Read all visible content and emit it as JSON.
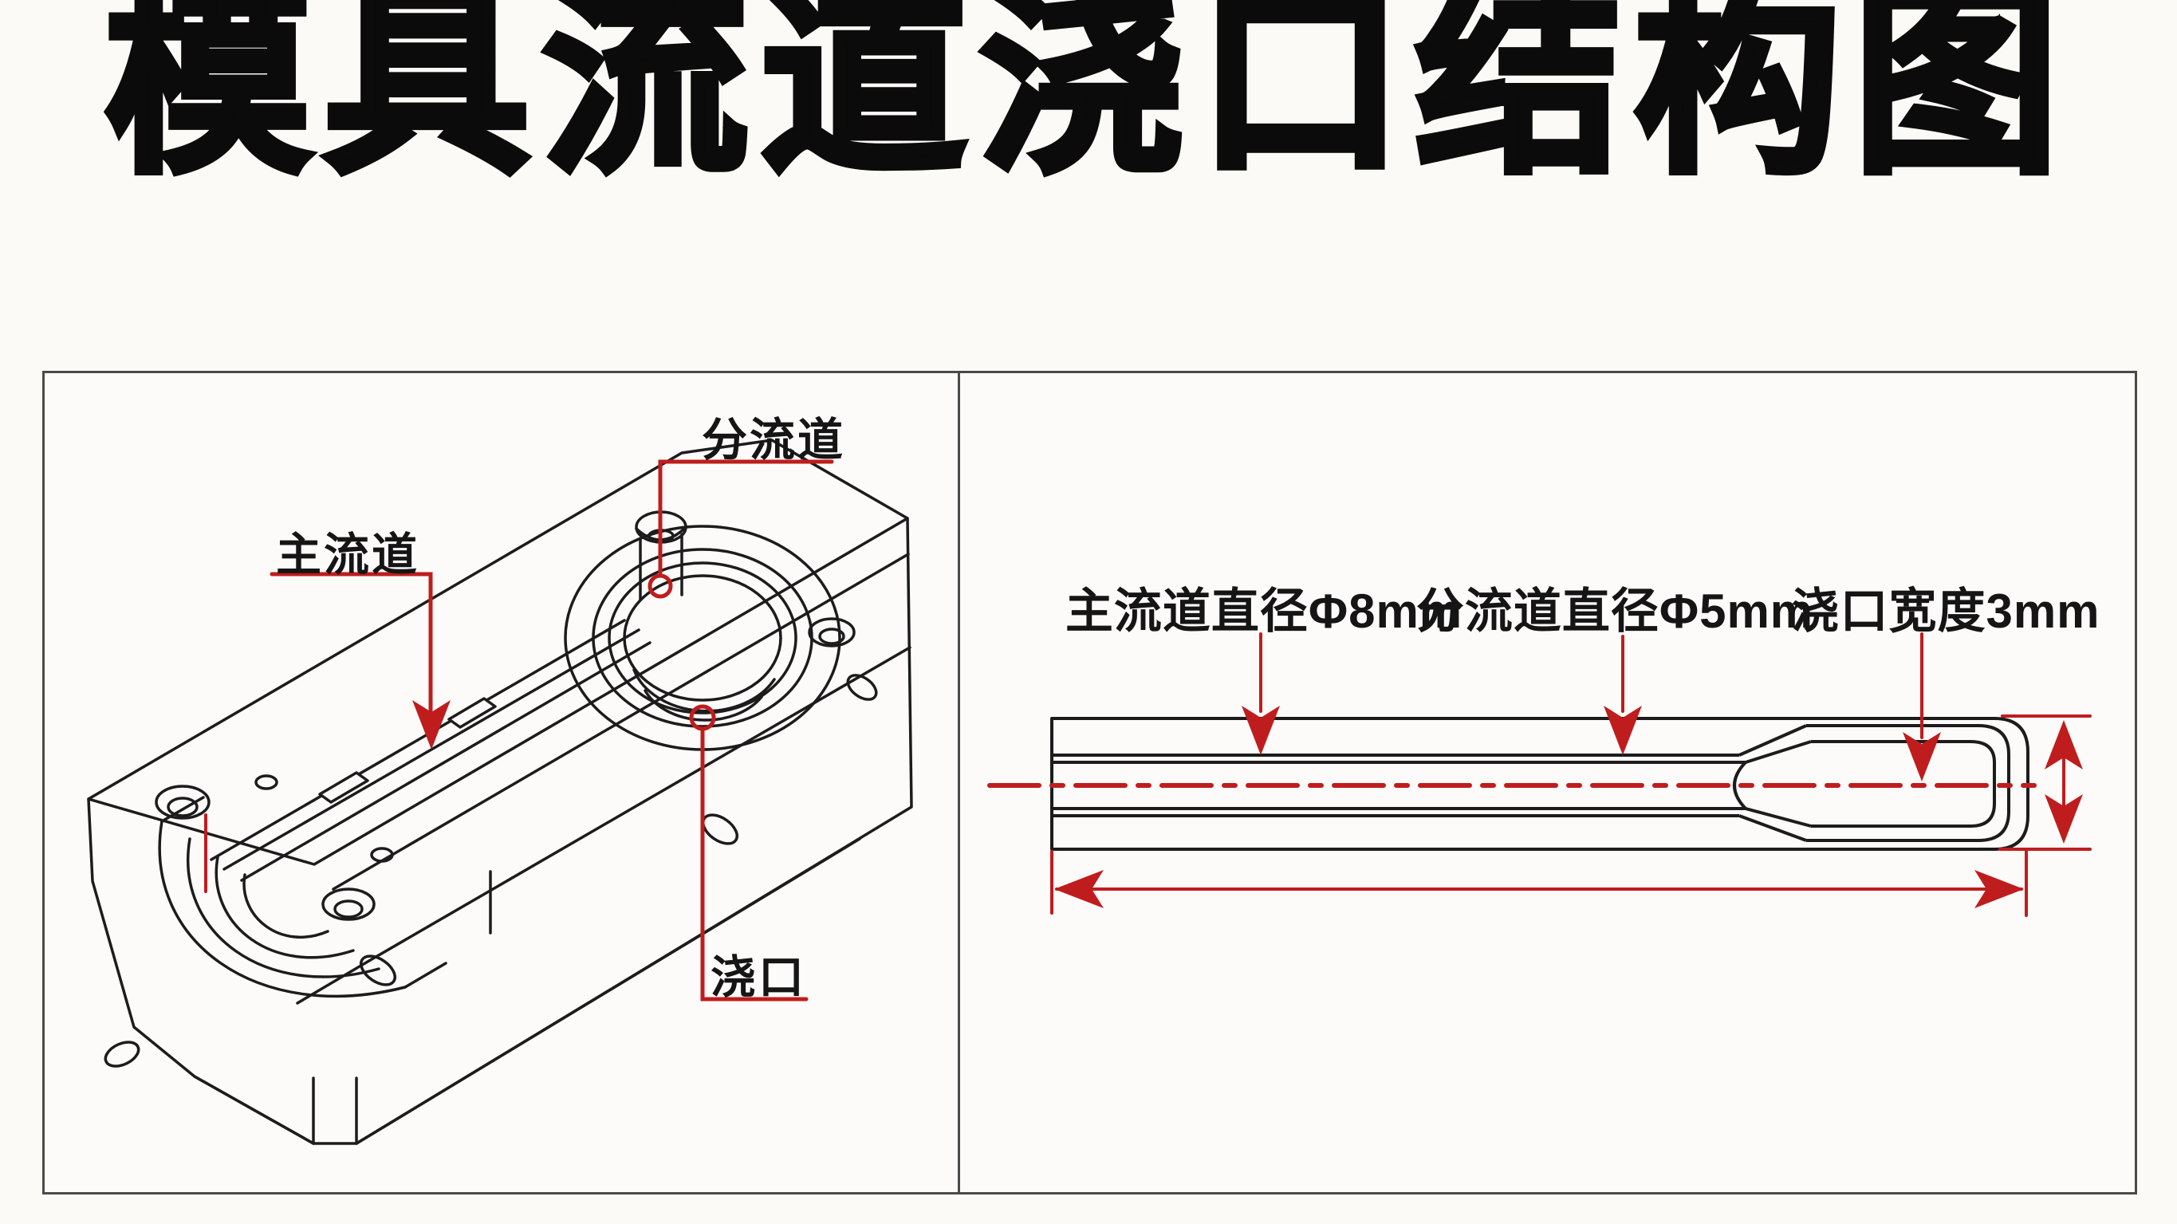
{
  "title": {
    "text": "模具流道浇口结构图"
  },
  "colors": {
    "accent_red": "#bf1d1d",
    "line_black": "#1c1c1c",
    "background": "#fbfaf7",
    "panel_border": "#4a4a4a"
  },
  "left_panel": {
    "description": "isometric line drawing of mold plate with runner system",
    "labels": {
      "branch_runner": "分流道",
      "main_runner": "主流道",
      "gate": "浇口"
    }
  },
  "right_panel": {
    "description": "plan view of runner with gate and dimensions",
    "labels": {
      "main_runner_diameter": "主流道直径Φ8mm",
      "branch_runner_diameter": "分流道直径Φ5mm",
      "gate_width": "浇口宽度3mm"
    }
  }
}
